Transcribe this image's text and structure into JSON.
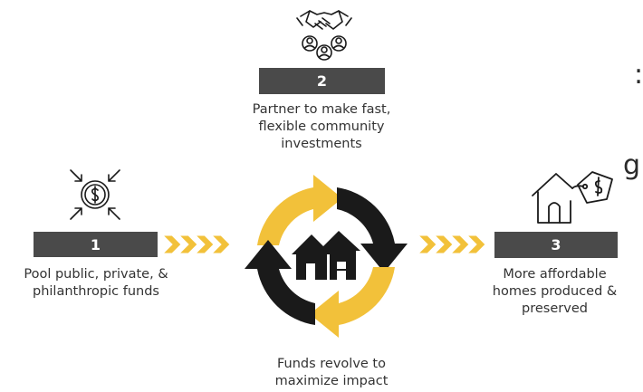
{
  "colors": {
    "accent": "#f2c13a",
    "dark": "#1a1a1a",
    "bar": "#4a4a4a"
  },
  "fragments": {
    "top": ":",
    "bottom": "g"
  },
  "steps": [
    {
      "number": "1",
      "icon": "money-pool-icon",
      "lines": [
        "Pool public, private, &",
        "philanthropic funds"
      ]
    },
    {
      "number": "2",
      "icon": "handshake-community-icon",
      "lines": [
        "Partner to make fast,",
        "flexible community",
        "investments"
      ]
    },
    {
      "number": "3",
      "icon": "house-price-tag-icon",
      "lines": [
        "More affordable",
        "homes produced &",
        "preserved"
      ]
    }
  ],
  "cycle": {
    "icon": "houses-icon",
    "lines": [
      "Funds revolve to",
      "maximize impact"
    ]
  },
  "arrows": [
    "chevron-arrows-icon",
    "chevron-arrows-icon"
  ]
}
